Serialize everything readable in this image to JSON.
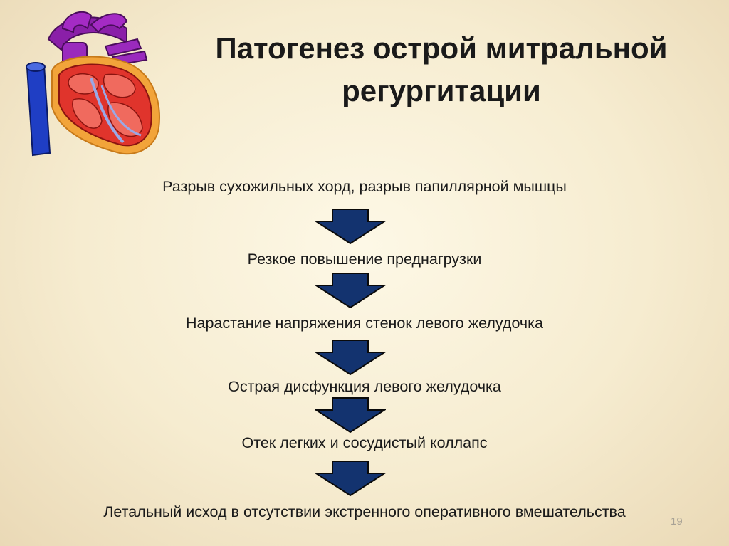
{
  "slide": {
    "title_line1": "Патогенез острой митральной",
    "title_line2": "регургитации",
    "steps": [
      "Разрыв сухожильных хорд, разрыв папиллярной мышцы",
      "Резкое повышение преднагрузки",
      "Нарастание напряжения стенок левого желудочка",
      "Острая дисфункция левого желудочка",
      "Отек легких и сосудистый коллапс",
      "Летальный исход в отсутствии экстренного оперативного вмешательства"
    ],
    "page_number": "19"
  },
  "colors": {
    "arrow_fill": "#13336f",
    "arrow_stroke": "#0a0a0a",
    "vessel_purple": "#8a1fa8",
    "vena_blue": "#1f3ec4",
    "heart_red": "#e0342c",
    "heart_outline": "#f2a43a"
  },
  "icons": {
    "heart_illustration": "heart-cross-section-icon",
    "flow_arrow": "down-arrow-icon"
  }
}
